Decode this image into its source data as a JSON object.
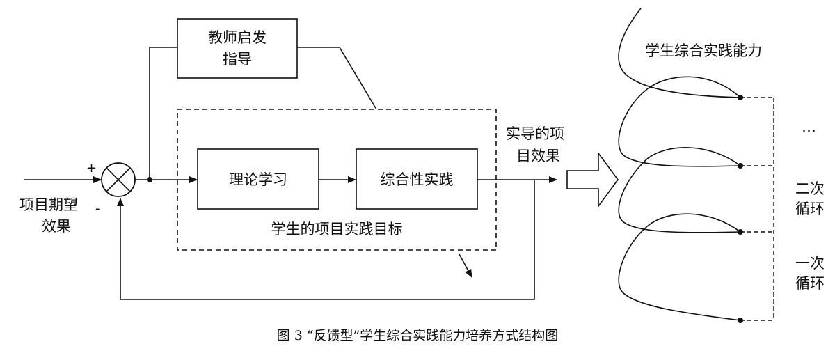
{
  "boxes": {
    "teacher": [
      "教师启发",
      "指导"
    ],
    "theory": "理论学习",
    "practice": "综合性实践",
    "target": "学生的项目实践目标"
  },
  "input_label": [
    "项目期望",
    "效果"
  ],
  "signs": {
    "plus": "+",
    "minus": "-"
  },
  "output_label": [
    "实导的项",
    "目效果"
  ],
  "spiral": {
    "title": "学生综合实践能力",
    "ellipsis": "···",
    "loop2": [
      "二次",
      "循环"
    ],
    "loop1": [
      "一次",
      "循环"
    ]
  },
  "caption": "图 3 “反馈型”学生综合实践能力培养方式结构图"
}
